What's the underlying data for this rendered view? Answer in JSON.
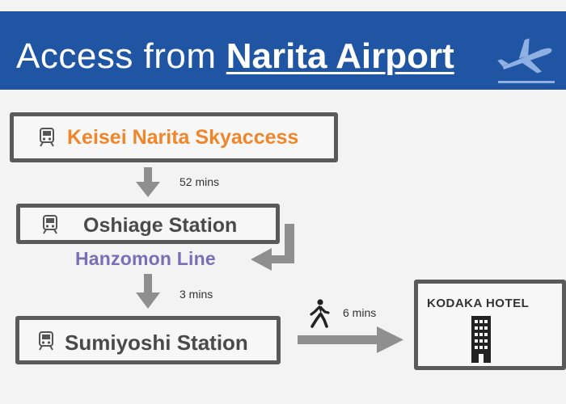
{
  "header": {
    "prefix": "Access from",
    "highlight": "Narita Airport"
  },
  "route": {
    "start": {
      "label": "Keisei Narita Skyaccess",
      "color": "#f0862a"
    },
    "leg1_time": "52 mins",
    "transfer": {
      "label": "Oshiage Station",
      "color": "#4a4a4a"
    },
    "transfer_line": {
      "label": "Hanzomon Line",
      "color": "#7b6eb6"
    },
    "leg2_time": "3 mins",
    "end_station": {
      "label": "Sumiyoshi Station",
      "color": "#4a4a4a"
    },
    "walk_time": "6 mins",
    "destination": {
      "label": "KODAKA HOTEL"
    }
  },
  "colors": {
    "banner": "#1f55a3",
    "box_border": "#5a5a5a",
    "arrow": "#8f8f8f"
  },
  "icons": [
    "airplane-icon",
    "train-icon",
    "walking-person-icon",
    "building-icon",
    "down-arrow-icon",
    "elbow-arrow-icon",
    "right-arrow-icon"
  ]
}
